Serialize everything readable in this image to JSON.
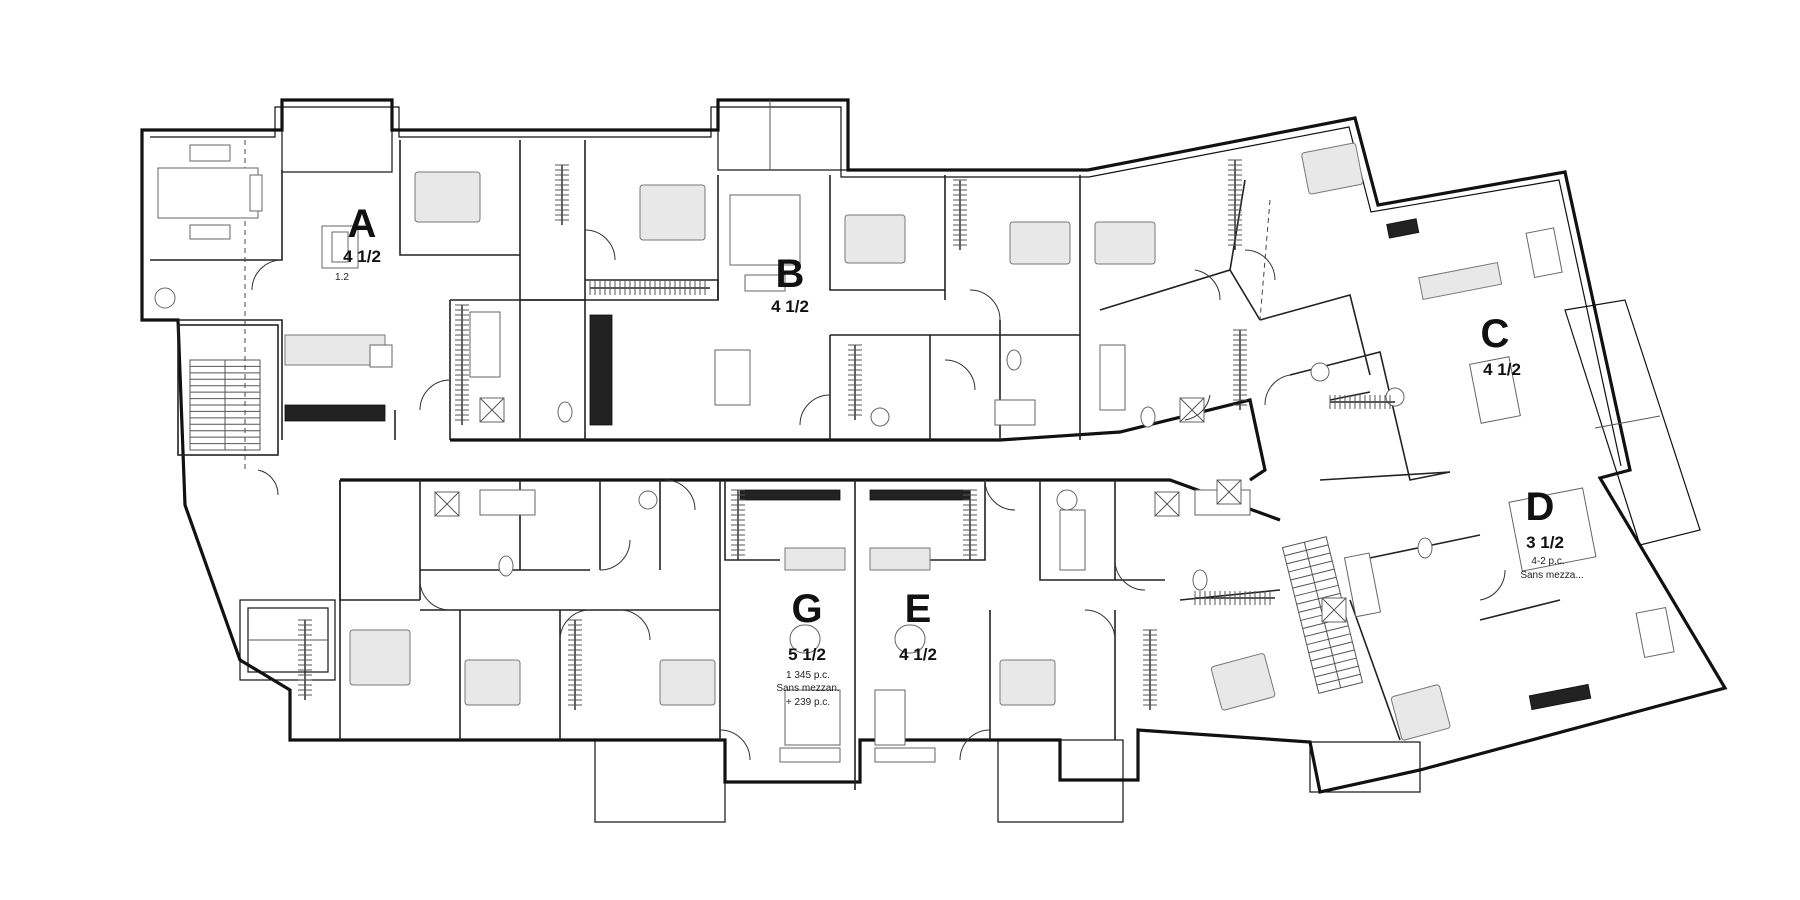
{
  "units": [
    {
      "id": "a",
      "letter": "A",
      "rooms": "4 1/2",
      "note": "1.2"
    },
    {
      "id": "b",
      "letter": "B",
      "rooms": "4 1/2"
    },
    {
      "id": "c",
      "letter": "C",
      "rooms": "4 1/2"
    },
    {
      "id": "d",
      "letter": "D",
      "rooms": "3 1/2",
      "note1": "4-2 p.c.",
      "note2": "Sans mezza..."
    },
    {
      "id": "g",
      "letter": "G",
      "rooms": "5 1/2",
      "note1": "1 345 p.c.",
      "note2": "Sans mezzan.",
      "note3": "+ 239 p.c."
    },
    {
      "id": "e",
      "letter": "E",
      "rooms": "4 1/2"
    }
  ]
}
